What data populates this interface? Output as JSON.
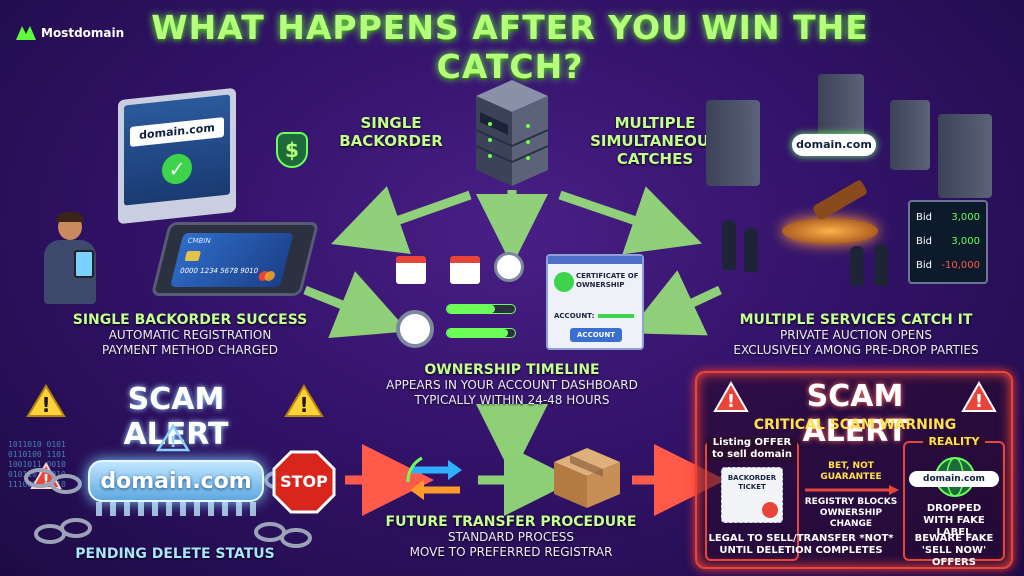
{
  "logo": {
    "text": "Mostdomain"
  },
  "title": "WHAT HAPPENS AFTER YOU WIN THE CATCH?",
  "center_top": {
    "single_backorder": [
      "SINGLE",
      "BACKORDER"
    ],
    "multiple": [
      "MULTIPLE",
      "SIMULTANEOUS",
      "CATCHES"
    ]
  },
  "left_section": {
    "screen_text": "domain.com",
    "card_text": [
      "CMBIN",
      "0000 1234 5678 9010"
    ],
    "title": "SINGLE BACKORDER SUCCESS",
    "lines": [
      "AUTOMATIC REGISTRATION",
      "PAYMENT METHOD CHARGED"
    ]
  },
  "right_section": {
    "pill_text": "domain.com",
    "bids": [
      {
        "label": "Bid",
        "value": "3,000"
      },
      {
        "label": "Bid",
        "value": "3,000"
      },
      {
        "label": "Bid",
        "value": "-10,000"
      }
    ],
    "title": "MULTIPLE SERVICES CATCH IT",
    "lines": [
      "PRIVATE AUCTION OPENS",
      "EXCLUSIVELY AMONG PRE-DROP PARTIES"
    ]
  },
  "timeline": {
    "certificate": [
      "CERTIFICATE OF",
      "OWNERSHIP"
    ],
    "account_label": "ACCOUNT:",
    "account_button": "ACCOUNT",
    "title": "OWNERSHIP TIMELINE",
    "lines": [
      "APPEARS IN YOUR ACCOUNT DASHBOARD",
      "TYPICALLY WITHIN 24-48 HOURS"
    ]
  },
  "scam_left": {
    "title": "SCAM ALERT",
    "domain": "domain.com",
    "stop": "STOP",
    "status": "PENDING DELETE STATUS",
    "binary": [
      "1011010 0101",
      "0110100 1101",
      "1001011 0010",
      "0101101 1010",
      "1110010 0110"
    ]
  },
  "transfer": {
    "title": "FUTURE TRANSFER PROCEDURE",
    "lines": [
      "STANDARD PROCESS",
      "MOVE TO PREFERRED REGISTRAR"
    ]
  },
  "scam_right": {
    "title": "SCAM ALERT",
    "subtitle": "CRITICAL SCAM WARNING",
    "listing": [
      "Listing OFFER",
      "to sell domain"
    ],
    "reality": "REALITY",
    "ticket": [
      "BACKORDER",
      "TICKET"
    ],
    "bet": [
      "BET, NOT",
      "GUARANTEE"
    ],
    "registry": [
      "REGISTRY BLOCKS",
      "OWNERSHIP",
      "CHANGE"
    ],
    "globe_domain": "domain.com",
    "dropped": [
      "DROPPED",
      "WITH FAKE LABEL"
    ],
    "legal": [
      "LEGAL TO SELL/TRANSFER *NOT*",
      "UNTIL DELETION COMPLETES"
    ],
    "beware": [
      "BEWARE FAKE",
      "'SELL NOW' OFFERS"
    ]
  },
  "colors": {
    "accent_green": "#b6ff7a",
    "alert_red": "#e8453a",
    "background": "#33136a"
  }
}
